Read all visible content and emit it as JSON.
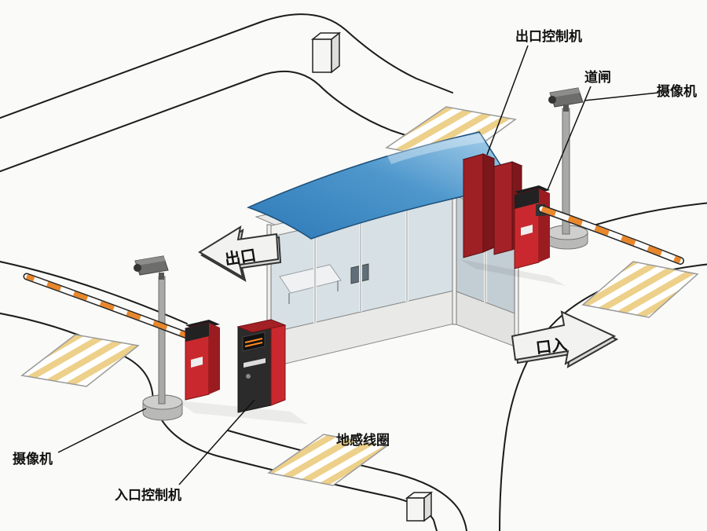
{
  "labels": {
    "exit_controller": "出口控制机",
    "barrier_gate": "道闸",
    "camera_right": "摄像机",
    "camera_left": "摄像机",
    "entry_controller": "入口控制机",
    "ground_loop": "地感线圈",
    "exit_sign": "出口",
    "entry_sign": "口入"
  },
  "colors": {
    "background": "#fafaf8",
    "road_line": "#1c1c1c",
    "machine_red": "#c9292e",
    "machine_red_dark": "#9a1c21",
    "machine_maroon": "#9e1f24",
    "machine_maroon_dark": "#7c171b",
    "canopy_blue": "#2e7ab8",
    "canopy_blue_light": "#aed4ee",
    "loop_yellow": "#edd089",
    "barrier_orange": "#e8872b",
    "pole_gray": "#a9a9a7",
    "glass_blue": "#d6e0e5"
  }
}
